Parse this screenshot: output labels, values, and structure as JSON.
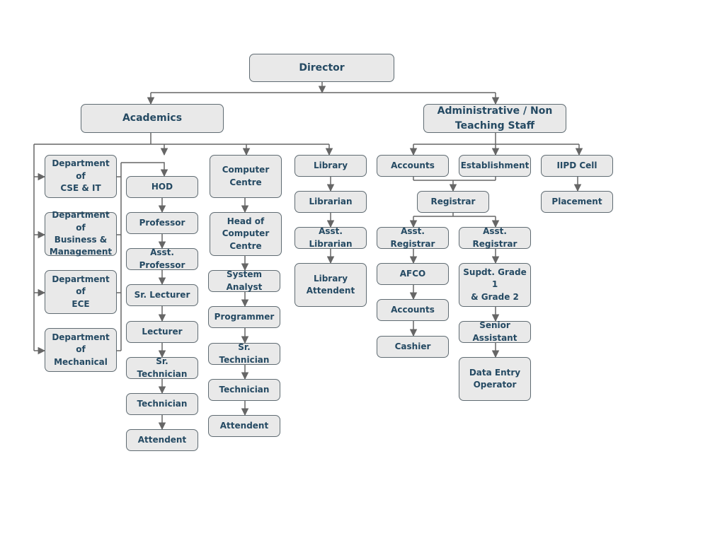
{
  "org_chart": {
    "director": "Director",
    "academics": "Academics",
    "administrative": "Administrative / Non\nTeaching Staff",
    "departments": [
      "Department of\nCSE & IT",
      "Department of\nBusiness &\nManagement",
      "Department of\nECE",
      "Department of\nMechanical"
    ],
    "department_hierarchy": [
      "HOD",
      "Professor",
      "Asst. Professor",
      "Sr. Lecturer",
      "Lecturer",
      "Sr. Technician",
      "Technician",
      "Attendent"
    ],
    "computer_centre": [
      "Computer\nCentre",
      "Head of\nComputer\nCentre",
      "System Analyst",
      "Programmer",
      "Sr. Technician",
      "Technician",
      "Attendent"
    ],
    "library": [
      "Library",
      "Librarian",
      "Asst. Librarian",
      "Library\nAttendent"
    ],
    "admin_units": [
      "Accounts",
      "Establishment",
      "IIPD Cell"
    ],
    "iipd": [
      "Placement"
    ],
    "registrar": "Registrar",
    "asst_registrar_left": [
      "Asst. Registrar",
      "AFCO",
      "Accounts",
      "Cashier"
    ],
    "asst_registrar_right": [
      "Asst. Registrar",
      "Supdt. Grade 1\n&  Grade 2",
      "Senior Assistant",
      "Data Entry\nOperator"
    ]
  }
}
